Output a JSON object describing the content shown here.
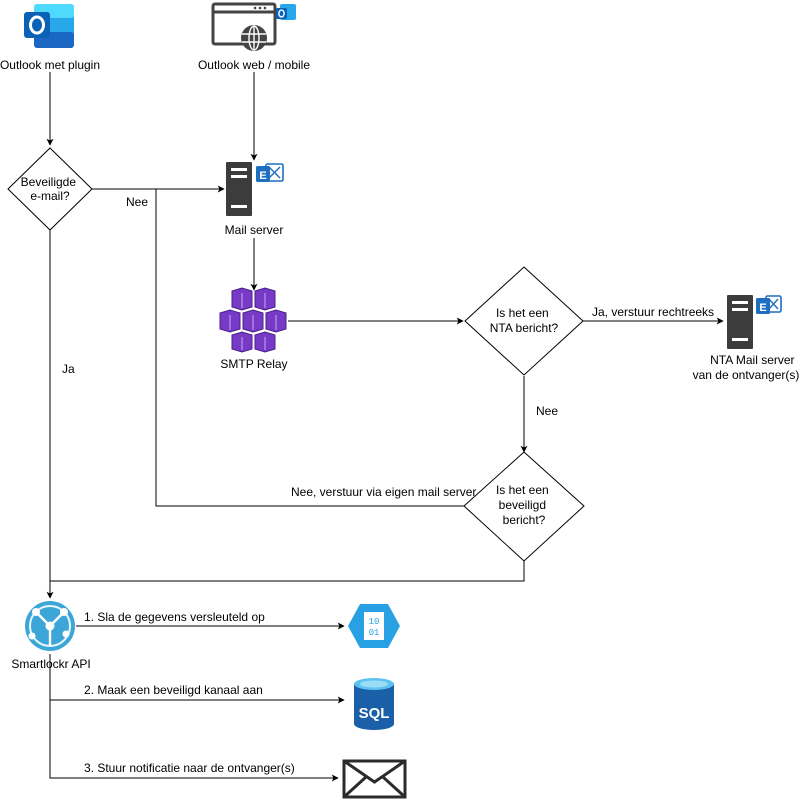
{
  "nodes": {
    "outlook_plugin": {
      "label": "Outlook met plugin"
    },
    "outlook_web": {
      "label": "Outlook web / mobile"
    },
    "secure_decision": {
      "label_lines": [
        "Beveiligde",
        "e-mail?"
      ]
    },
    "mail_server": {
      "label": "Mail server"
    },
    "smtp_relay": {
      "label": "SMTP Relay"
    },
    "nta_decision": {
      "label_lines": [
        "Is het een",
        "NTA bericht?"
      ]
    },
    "nta_mail_server": {
      "label_lines": [
        "NTA Mail server",
        "van de ontvanger(s)"
      ]
    },
    "secured_msg_decision": {
      "label_lines": [
        "Is het een",
        "beveiligd",
        "bericht?"
      ]
    },
    "smartlockr_api": {
      "label": "Smartlockr API"
    }
  },
  "edges": {
    "secure_no": {
      "label": "Nee"
    },
    "secure_yes": {
      "label": "Ja"
    },
    "nta_yes": {
      "label": "Ja, verstuur rechtreeks"
    },
    "nta_no": {
      "label": "Nee"
    },
    "own_server": {
      "label": "Nee, verstuur via eigen mail server"
    },
    "step1": {
      "label": "1. Sla de gegevens versleuteld op"
    },
    "step2": {
      "label": "2. Maak een beveiligd kanaal aan"
    },
    "step3": {
      "label": "3. Stuur notificatie naar de ontvanger(s)"
    }
  },
  "icons": {
    "outlook_color": "#0a62b7",
    "exchange_color": "#1e6fc0",
    "server_color": "#3c3c3c",
    "relay_color": "#773ac6",
    "api_color": "#3da6d8",
    "storage_color": "#27a1e4",
    "sql_color": "#1a5fa8"
  }
}
